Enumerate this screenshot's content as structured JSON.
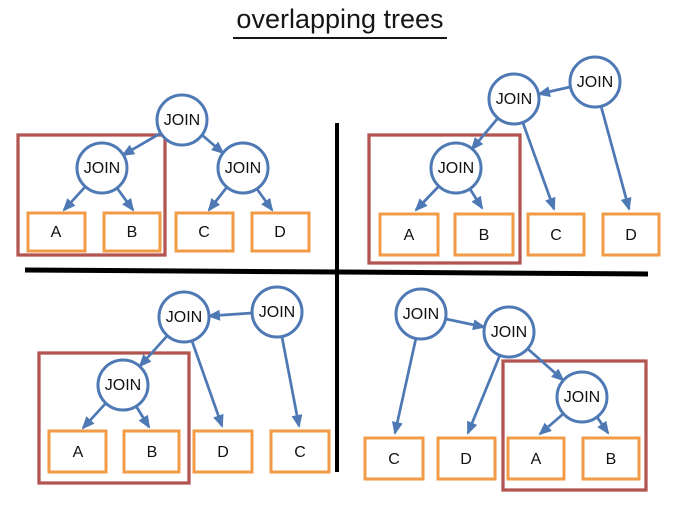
{
  "title": "overlapping trees",
  "colors": {
    "join_stroke": "#4E79B5",
    "leaf_stroke": "#F29B46",
    "highlight_stroke": "#B25450",
    "divider": "#000000"
  },
  "quadrants": [
    {
      "name": "top-left",
      "joins": [
        {
          "label": "JOIN"
        },
        {
          "label": "JOIN"
        },
        {
          "label": "JOIN"
        }
      ],
      "leaves": [
        {
          "label": "A"
        },
        {
          "label": "B"
        },
        {
          "label": "C"
        },
        {
          "label": "D"
        }
      ],
      "highlight_box_contains": [
        "JOIN",
        "A",
        "B"
      ]
    },
    {
      "name": "top-right",
      "joins": [
        {
          "label": "JOIN"
        },
        {
          "label": "JOIN"
        },
        {
          "label": "JOIN"
        }
      ],
      "leaves": [
        {
          "label": "A"
        },
        {
          "label": "B"
        },
        {
          "label": "C"
        },
        {
          "label": "D"
        }
      ],
      "highlight_box_contains": [
        "JOIN",
        "A",
        "B"
      ]
    },
    {
      "name": "bottom-left",
      "joins": [
        {
          "label": "JOIN"
        },
        {
          "label": "JOIN"
        },
        {
          "label": "JOIN"
        }
      ],
      "leaves": [
        {
          "label": "A"
        },
        {
          "label": "B"
        },
        {
          "label": "D"
        },
        {
          "label": "C"
        }
      ],
      "highlight_box_contains": [
        "JOIN",
        "A",
        "B"
      ]
    },
    {
      "name": "bottom-right",
      "joins": [
        {
          "label": "JOIN"
        },
        {
          "label": "JOIN"
        },
        {
          "label": "JOIN"
        }
      ],
      "leaves": [
        {
          "label": "C"
        },
        {
          "label": "D"
        },
        {
          "label": "A"
        },
        {
          "label": "B"
        }
      ],
      "highlight_box_contains": [
        "JOIN",
        "A",
        "B"
      ]
    }
  ]
}
